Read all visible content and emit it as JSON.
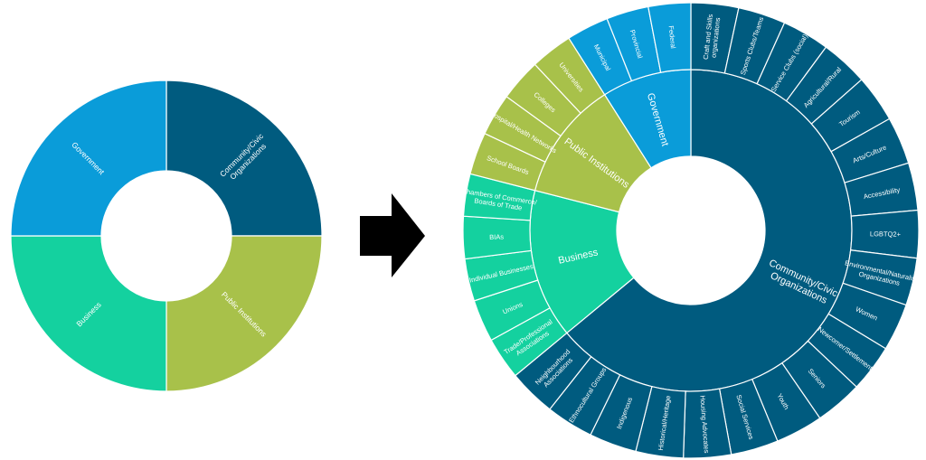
{
  "simple_chart": {
    "segments": [
      {
        "id": "community",
        "label": "Community/Civic Organizations",
        "lines": [
          "Community/Civic",
          "Organizations"
        ],
        "color": "#005B7F",
        "value": 25
      },
      {
        "id": "public",
        "label": "Public Institutions",
        "lines": [
          "Public Institutions"
        ],
        "color": "#A8C14A",
        "value": 25
      },
      {
        "id": "business",
        "label": "Business",
        "lines": [
          "Business"
        ],
        "color": "#14D19F",
        "value": 25
      },
      {
        "id": "government",
        "label": "Government",
        "lines": [
          "Government"
        ],
        "color": "#0A9CD9",
        "value": 25
      }
    ]
  },
  "arrow": {
    "color": "#000000"
  },
  "sunburst": {
    "inner": [
      {
        "id": "community",
        "label": "Community/Civic Organizations",
        "lines": [
          "Community/Civic",
          "Organizations"
        ],
        "color": "#005B7F",
        "value": 64
      },
      {
        "id": "business",
        "label": "Business",
        "lines": [
          "Business"
        ],
        "color": "#14D19F",
        "value": 15
      },
      {
        "id": "public",
        "label": "Public Institutions",
        "lines": [
          "Public Institutions"
        ],
        "color": "#A8C14A",
        "value": 12
      },
      {
        "id": "government",
        "label": "Government",
        "lines": [
          "Government"
        ],
        "color": "#0A9CD9",
        "value": 9
      }
    ],
    "outer": [
      {
        "parent": "community",
        "lines": [
          "Craft and Skills",
          "organizations"
        ]
      },
      {
        "parent": "community",
        "lines": [
          "Sports Clubs/Teams"
        ]
      },
      {
        "parent": "community",
        "lines": [
          "Service Clubs (social)"
        ]
      },
      {
        "parent": "community",
        "lines": [
          "Agricultural/Rural"
        ]
      },
      {
        "parent": "community",
        "lines": [
          "Tourism"
        ]
      },
      {
        "parent": "community",
        "lines": [
          "Arts/Culture"
        ]
      },
      {
        "parent": "community",
        "lines": [
          "Accessibility"
        ]
      },
      {
        "parent": "community",
        "lines": [
          "LGBTQ2+"
        ]
      },
      {
        "parent": "community",
        "lines": [
          "Environmental/Naturalist",
          "Organizations"
        ]
      },
      {
        "parent": "community",
        "lines": [
          "Women"
        ]
      },
      {
        "parent": "community",
        "lines": [
          "Newcomer/Settlement"
        ]
      },
      {
        "parent": "community",
        "lines": [
          "Seniors"
        ]
      },
      {
        "parent": "community",
        "lines": [
          "Youth"
        ]
      },
      {
        "parent": "community",
        "lines": [
          "Social Services"
        ]
      },
      {
        "parent": "community",
        "lines": [
          "Housing Advocates"
        ]
      },
      {
        "parent": "community",
        "lines": [
          "Historical/Heritage"
        ]
      },
      {
        "parent": "community",
        "lines": [
          "Indigenous"
        ]
      },
      {
        "parent": "community",
        "lines": [
          "Ethnocultural Groups"
        ]
      },
      {
        "parent": "community",
        "lines": [
          "Neighbourhood",
          "Associations"
        ]
      },
      {
        "parent": "business",
        "lines": [
          "Trade/Professional",
          "Associations"
        ]
      },
      {
        "parent": "business",
        "lines": [
          "Unions"
        ]
      },
      {
        "parent": "business",
        "lines": [
          "Individual Businesses"
        ]
      },
      {
        "parent": "business",
        "lines": [
          "BIAs"
        ]
      },
      {
        "parent": "business",
        "lines": [
          "Chambers of Commerce/",
          "Boards of Trade"
        ]
      },
      {
        "parent": "public",
        "lines": [
          "School Boards"
        ]
      },
      {
        "parent": "public",
        "lines": [
          "Hospital/Health Networks"
        ]
      },
      {
        "parent": "public",
        "lines": [
          "Colleges"
        ]
      },
      {
        "parent": "public",
        "lines": [
          "Universities"
        ]
      },
      {
        "parent": "government",
        "lines": [
          "Municipal"
        ]
      },
      {
        "parent": "government",
        "lines": [
          "Provincial"
        ]
      },
      {
        "parent": "government",
        "lines": [
          "Federal"
        ]
      }
    ]
  }
}
